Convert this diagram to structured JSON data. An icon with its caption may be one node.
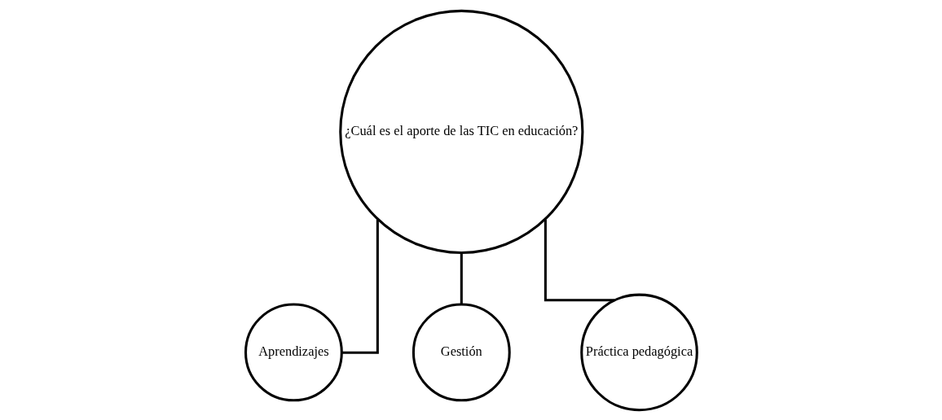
{
  "diagram": {
    "nodes": [
      {
        "text": [
          "¿Cuál es el aporte de las TIC en educación?"
        ]
      },
      {
        "text": [
          "Aprendizajes"
        ]
      },
      {
        "text": [
          "Gestión"
        ]
      },
      {
        "text": [
          "Práctica pedagógica"
        ]
      }
    ],
    "edges": [
      {
        "from": 0,
        "to": 1,
        "arrow": "none"
      },
      {
        "from": 0,
        "to": 2,
        "arrow": "none"
      },
      {
        "from": 0,
        "to": 3,
        "arrow": "none"
      }
    ]
  }
}
